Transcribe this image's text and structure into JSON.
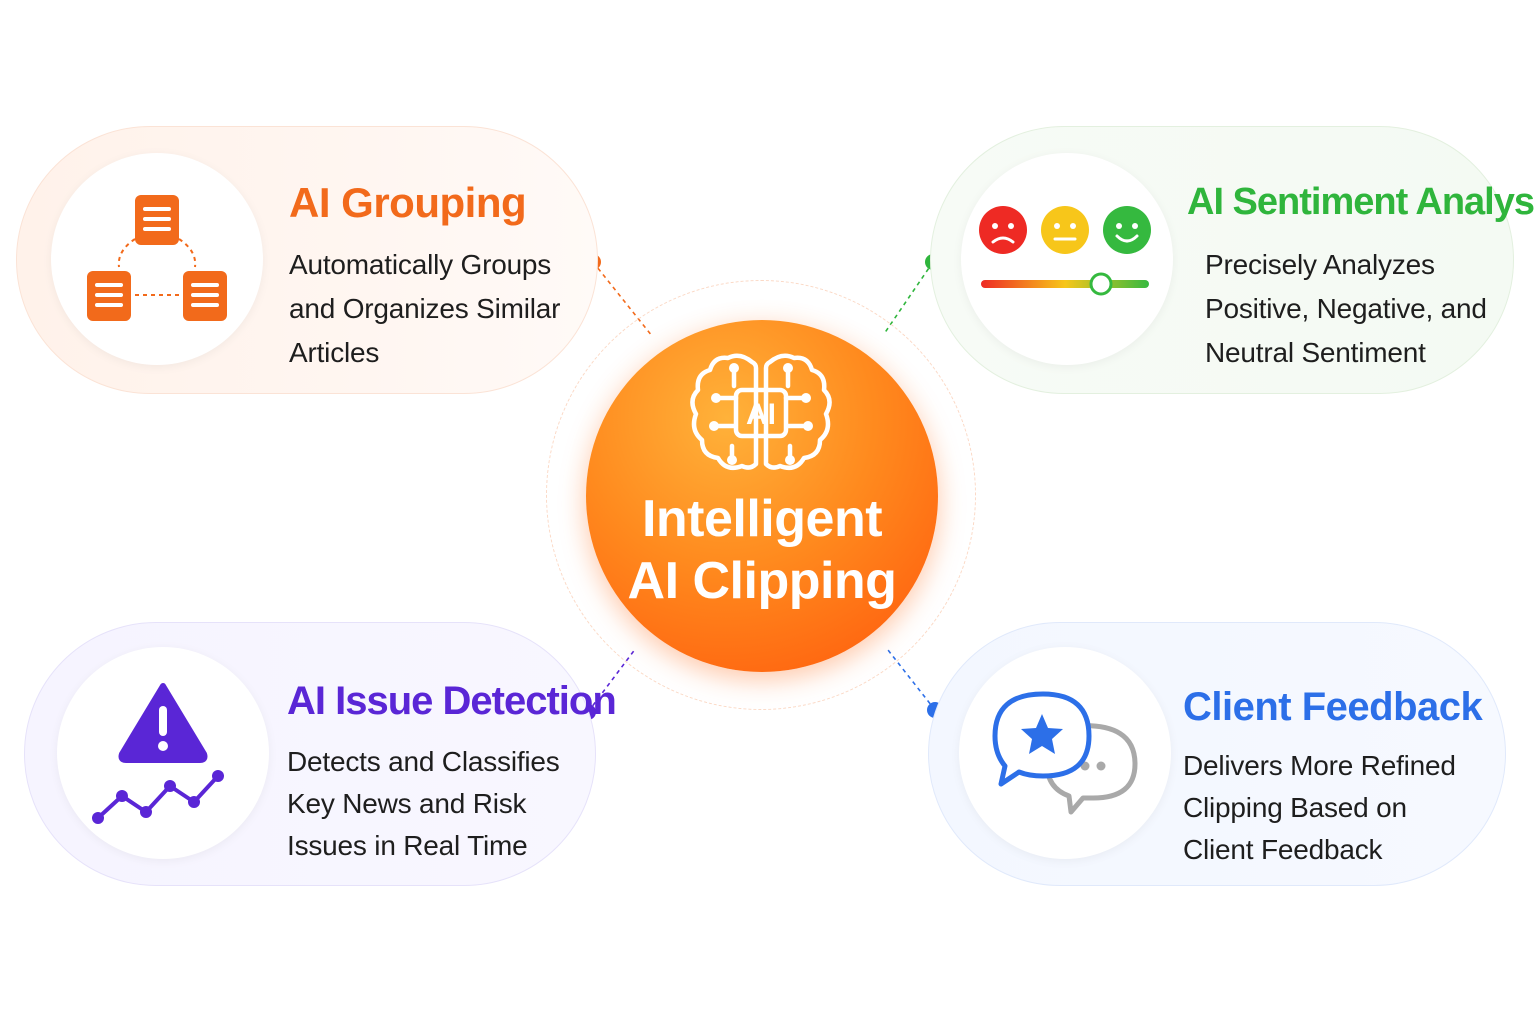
{
  "center": {
    "line1": "Intelligent",
    "line2": "AI Clipping",
    "badge": "AI"
  },
  "features": {
    "grouping": {
      "title": "AI Grouping",
      "description": "Automatically Groups and Organizes Similar Articles",
      "color": "#f26a1b",
      "icon": "linked-documents-icon"
    },
    "sentiment": {
      "title": "AI Sentiment Analysis",
      "description": "Precisely Analyzes Positive, Negative, and Neutral Sentiment",
      "color": "#2fb53c",
      "icon": "sentiment-faces-slider-icon"
    },
    "issue": {
      "title": "AI Issue Detection",
      "description": "Detects and Classifies Key News and Risk Issues in Real Time",
      "color": "#5a26d6",
      "icon": "warning-trend-icon"
    },
    "feedback": {
      "title": "Client Feedback",
      "description": "Delivers More Refined Clipping Based on Client Feedback",
      "color": "#2c6fe8",
      "icon": "chat-star-bubbles-icon"
    }
  },
  "colors": {
    "center_gradient_start": "#ffb23a",
    "center_gradient_end": "#ff5a0c",
    "sad": "#ee2a24",
    "neutral": "#f7c61a",
    "happy": "#35b93f"
  }
}
